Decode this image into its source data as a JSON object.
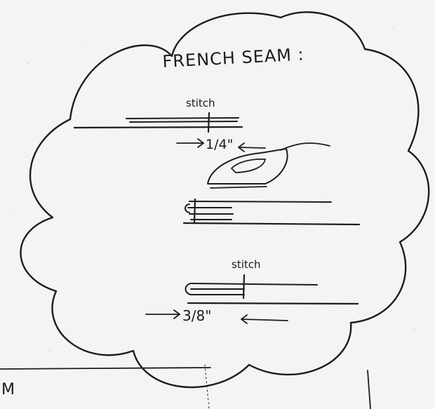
{
  "title": "FRENCH SEAM :",
  "step1": {
    "label": "stitch",
    "measure": "1/4\""
  },
  "step3": {
    "label": "stitch",
    "measure": "3/8\""
  },
  "corner_fragment": "M",
  "colors": {
    "paper": "#f4f4f2",
    "ink": "#1d1d1d"
  },
  "icons": [
    "iron-icon",
    "arrow-right-icon",
    "arrow-left-icon"
  ]
}
